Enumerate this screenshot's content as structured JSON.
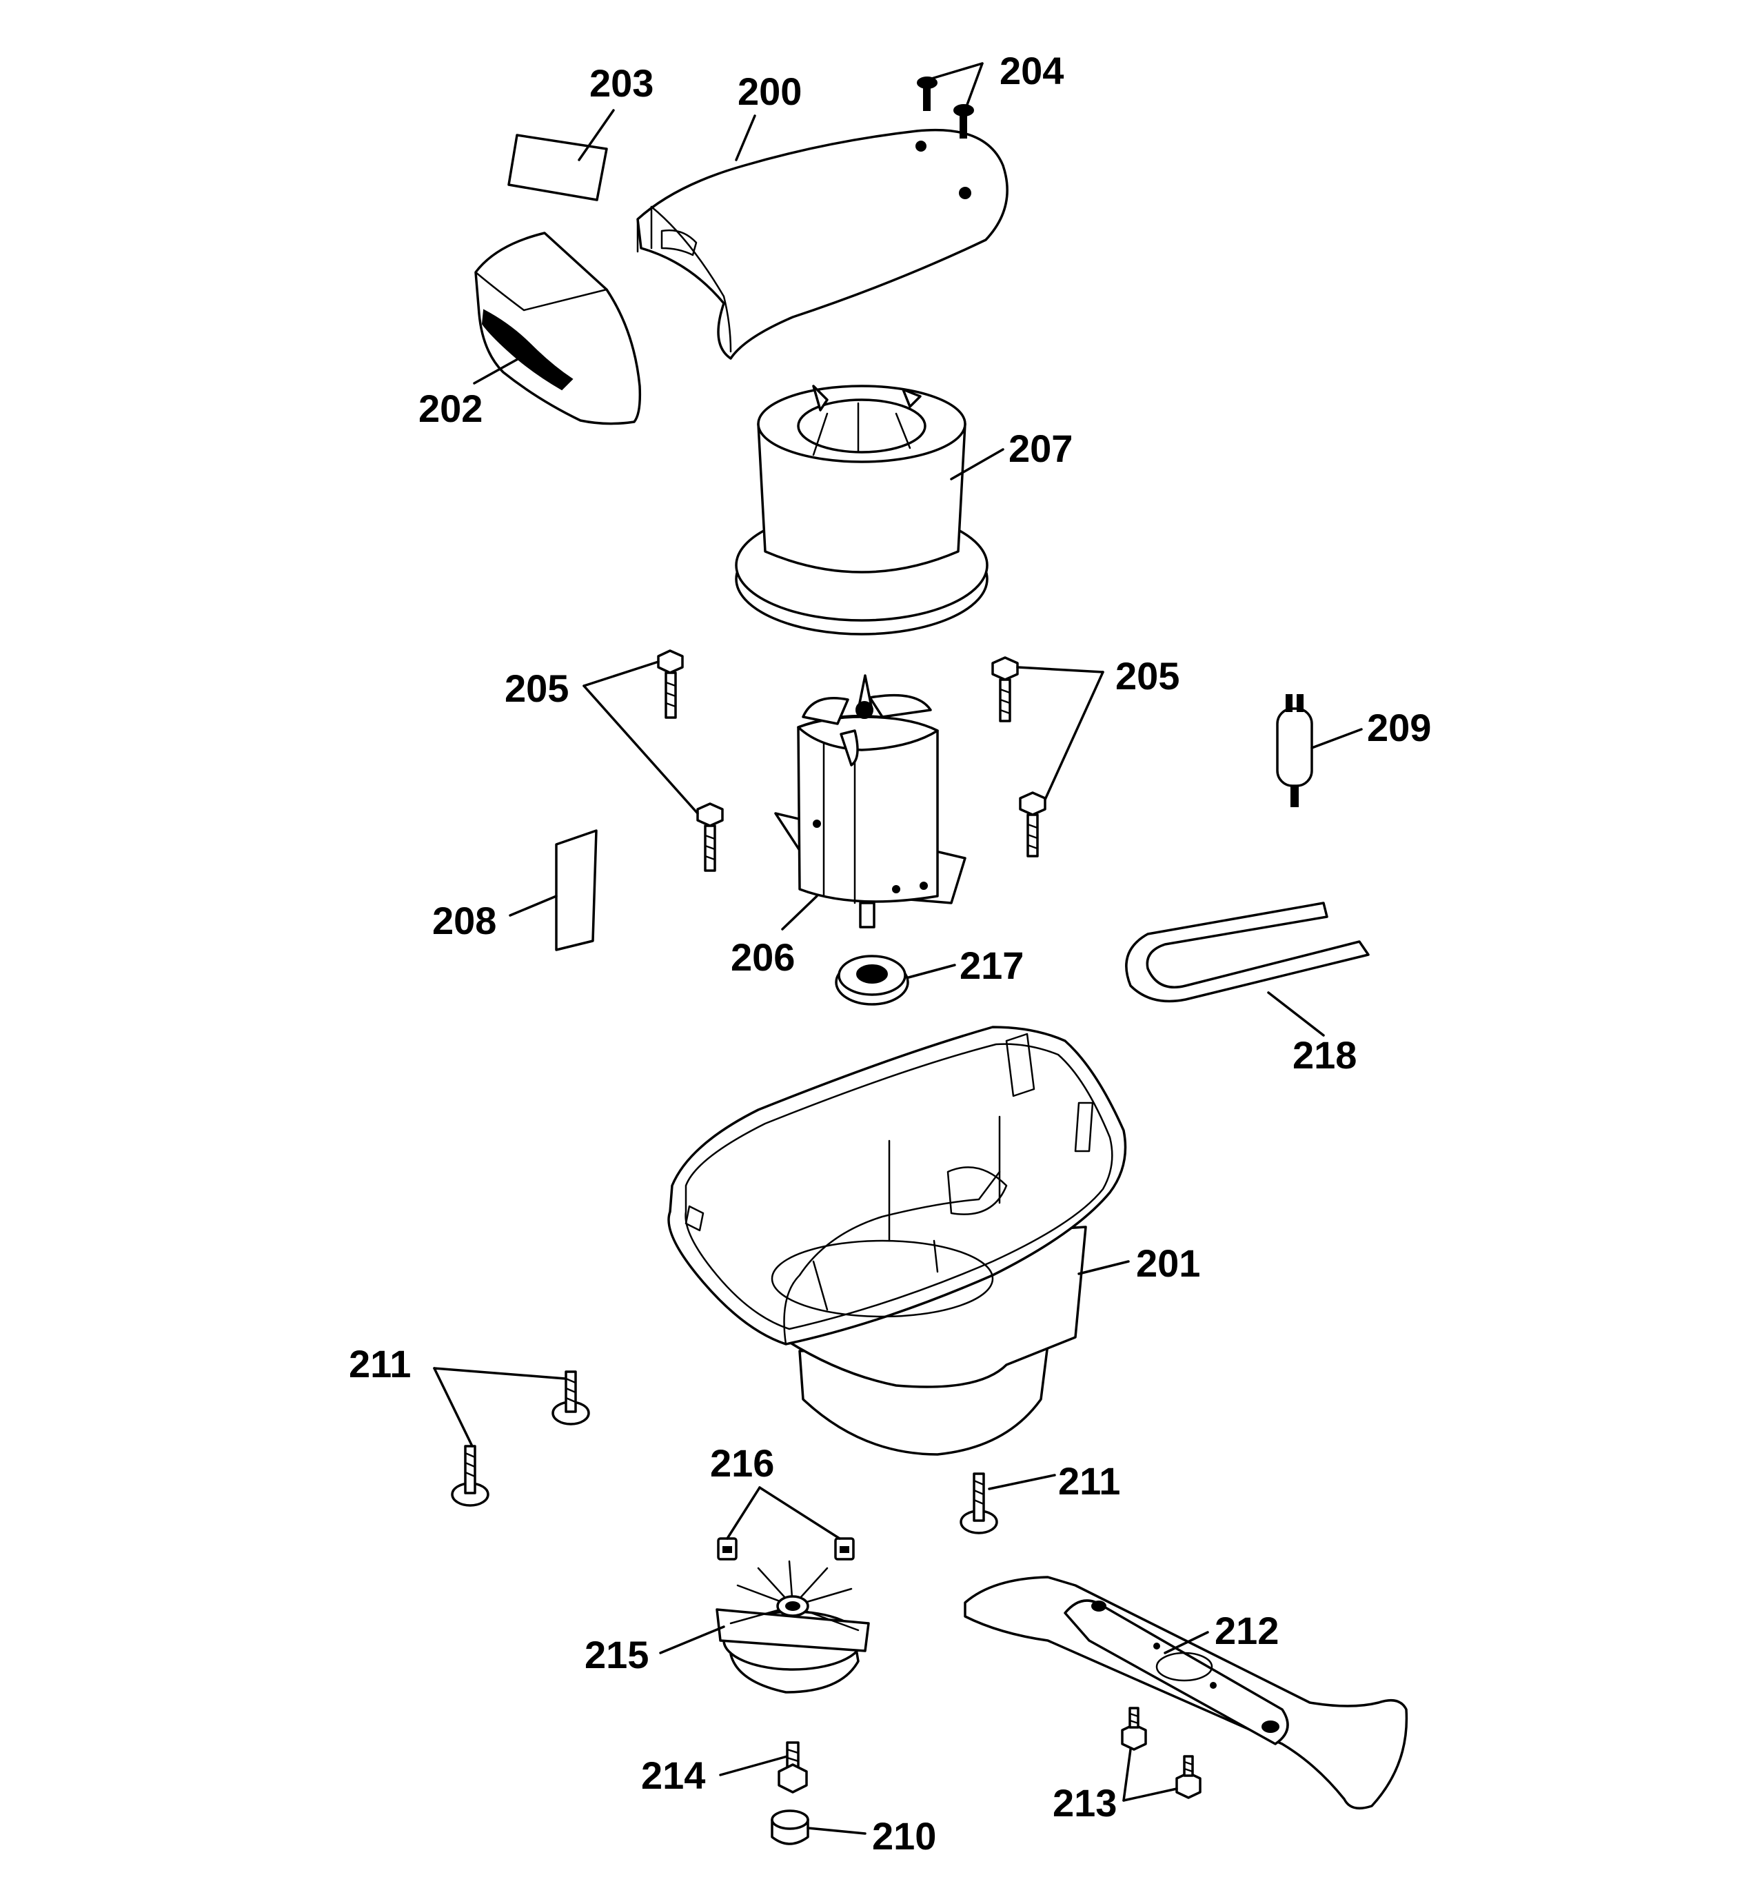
{
  "diagram": {
    "parts": [
      {
        "id": "p200",
        "label": "200"
      },
      {
        "id": "p201",
        "label": "201"
      },
      {
        "id": "p202",
        "label": "202"
      },
      {
        "id": "p203",
        "label": "203"
      },
      {
        "id": "p204",
        "label": "204"
      },
      {
        "id": "p205a",
        "label": "205"
      },
      {
        "id": "p205b",
        "label": "205"
      },
      {
        "id": "p206",
        "label": "206"
      },
      {
        "id": "p207",
        "label": "207"
      },
      {
        "id": "p208",
        "label": "208"
      },
      {
        "id": "p209",
        "label": "209"
      },
      {
        "id": "p210",
        "label": "210"
      },
      {
        "id": "p211a",
        "label": "211"
      },
      {
        "id": "p211b",
        "label": "211"
      },
      {
        "id": "p212",
        "label": "212"
      },
      {
        "id": "p213",
        "label": "213"
      },
      {
        "id": "p214",
        "label": "214"
      },
      {
        "id": "p215",
        "label": "215"
      },
      {
        "id": "p216",
        "label": "216"
      },
      {
        "id": "p217",
        "label": "217"
      },
      {
        "id": "p218",
        "label": "218"
      }
    ]
  }
}
